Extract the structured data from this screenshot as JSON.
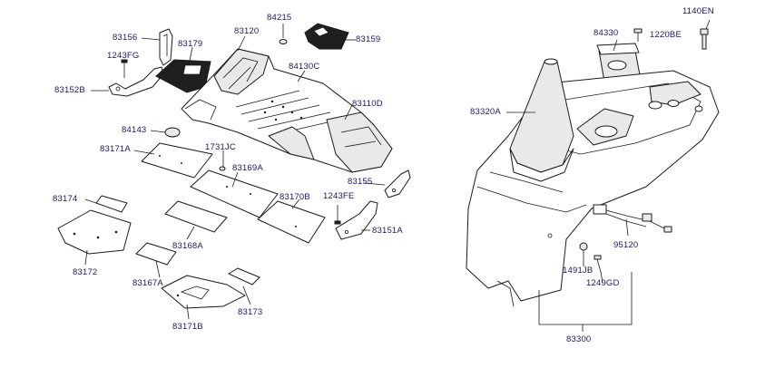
{
  "labels": {
    "p83156": "83156",
    "p83179": "83179",
    "p83120": "83120",
    "p84215": "84215",
    "p83159": "83159",
    "p1243FG": "1243FG",
    "p84130C": "84130C",
    "p83152B": "83152B",
    "p83110D": "83110D",
    "p84143": "84143",
    "p1731JC": "1731JC",
    "p83171A": "83171A",
    "p83169A": "83169A",
    "p83155": "83155",
    "p1243FE": "1243FE",
    "p83170B": "83170B",
    "p83174": "83174",
    "p83151A": "83151A",
    "p83168A": "83168A",
    "p83172": "83172",
    "p83167A": "83167A",
    "p83173": "83173",
    "p83171B": "83171B",
    "p84330": "84330",
    "p1220BE": "1220BE",
    "p1140EN": "1140EN",
    "p83320A": "83320A",
    "p95120": "95120",
    "p1491JB": "1491JB",
    "p1249GD": "1249GD",
    "p83300": "83300"
  }
}
